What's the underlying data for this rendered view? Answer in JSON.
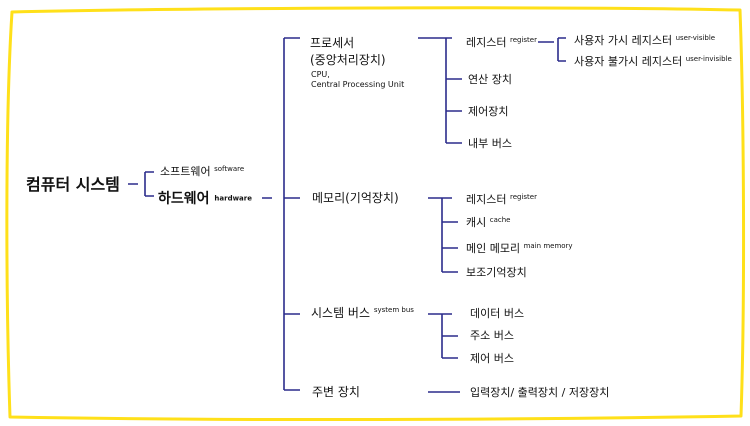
{
  "colors": {
    "frame": "#ffe01a",
    "lines": "#2b2c8c",
    "text": "#111111"
  },
  "root": "컴퓨터 시스템",
  "software": {
    "label": "소프트웨어",
    "en": "software"
  },
  "hardware": {
    "label": "하드웨어",
    "en": "hardware"
  },
  "processor": {
    "label_line1": "프로세서",
    "label_line2": "(중앙처리장치)",
    "en_line1": "CPU,",
    "en_line2": "Central Processing Unit",
    "children": {
      "register": {
        "label": "레지스터",
        "en": "register"
      },
      "alu": "연산 장치",
      "control": "제어장치",
      "internal_bus": "내부 버스"
    },
    "register_types": [
      {
        "label": "사용자 가시 레지스터",
        "en": "user-visible"
      },
      {
        "label": "사용자 불가시 레지스터",
        "en": "user-invisible"
      }
    ]
  },
  "memory": {
    "label": "메모리(기억장치)",
    "children": {
      "register": {
        "label": "레지스터",
        "en": "register"
      },
      "cache": {
        "label": "캐시",
        "en": "cache"
      },
      "main_memory": {
        "label": "메인 메모리",
        "en": "main memory"
      },
      "secondary": "보조기억장치"
    }
  },
  "system_bus": {
    "label": "시스템 버스",
    "en": "system bus",
    "children": {
      "data_bus": "데이터 버스",
      "address_bus": "주소 버스",
      "control_bus": "제어 버스"
    }
  },
  "peripheral": {
    "label": "주변 장치",
    "child": "입력장치/ 출력장치 / 저장장치"
  }
}
